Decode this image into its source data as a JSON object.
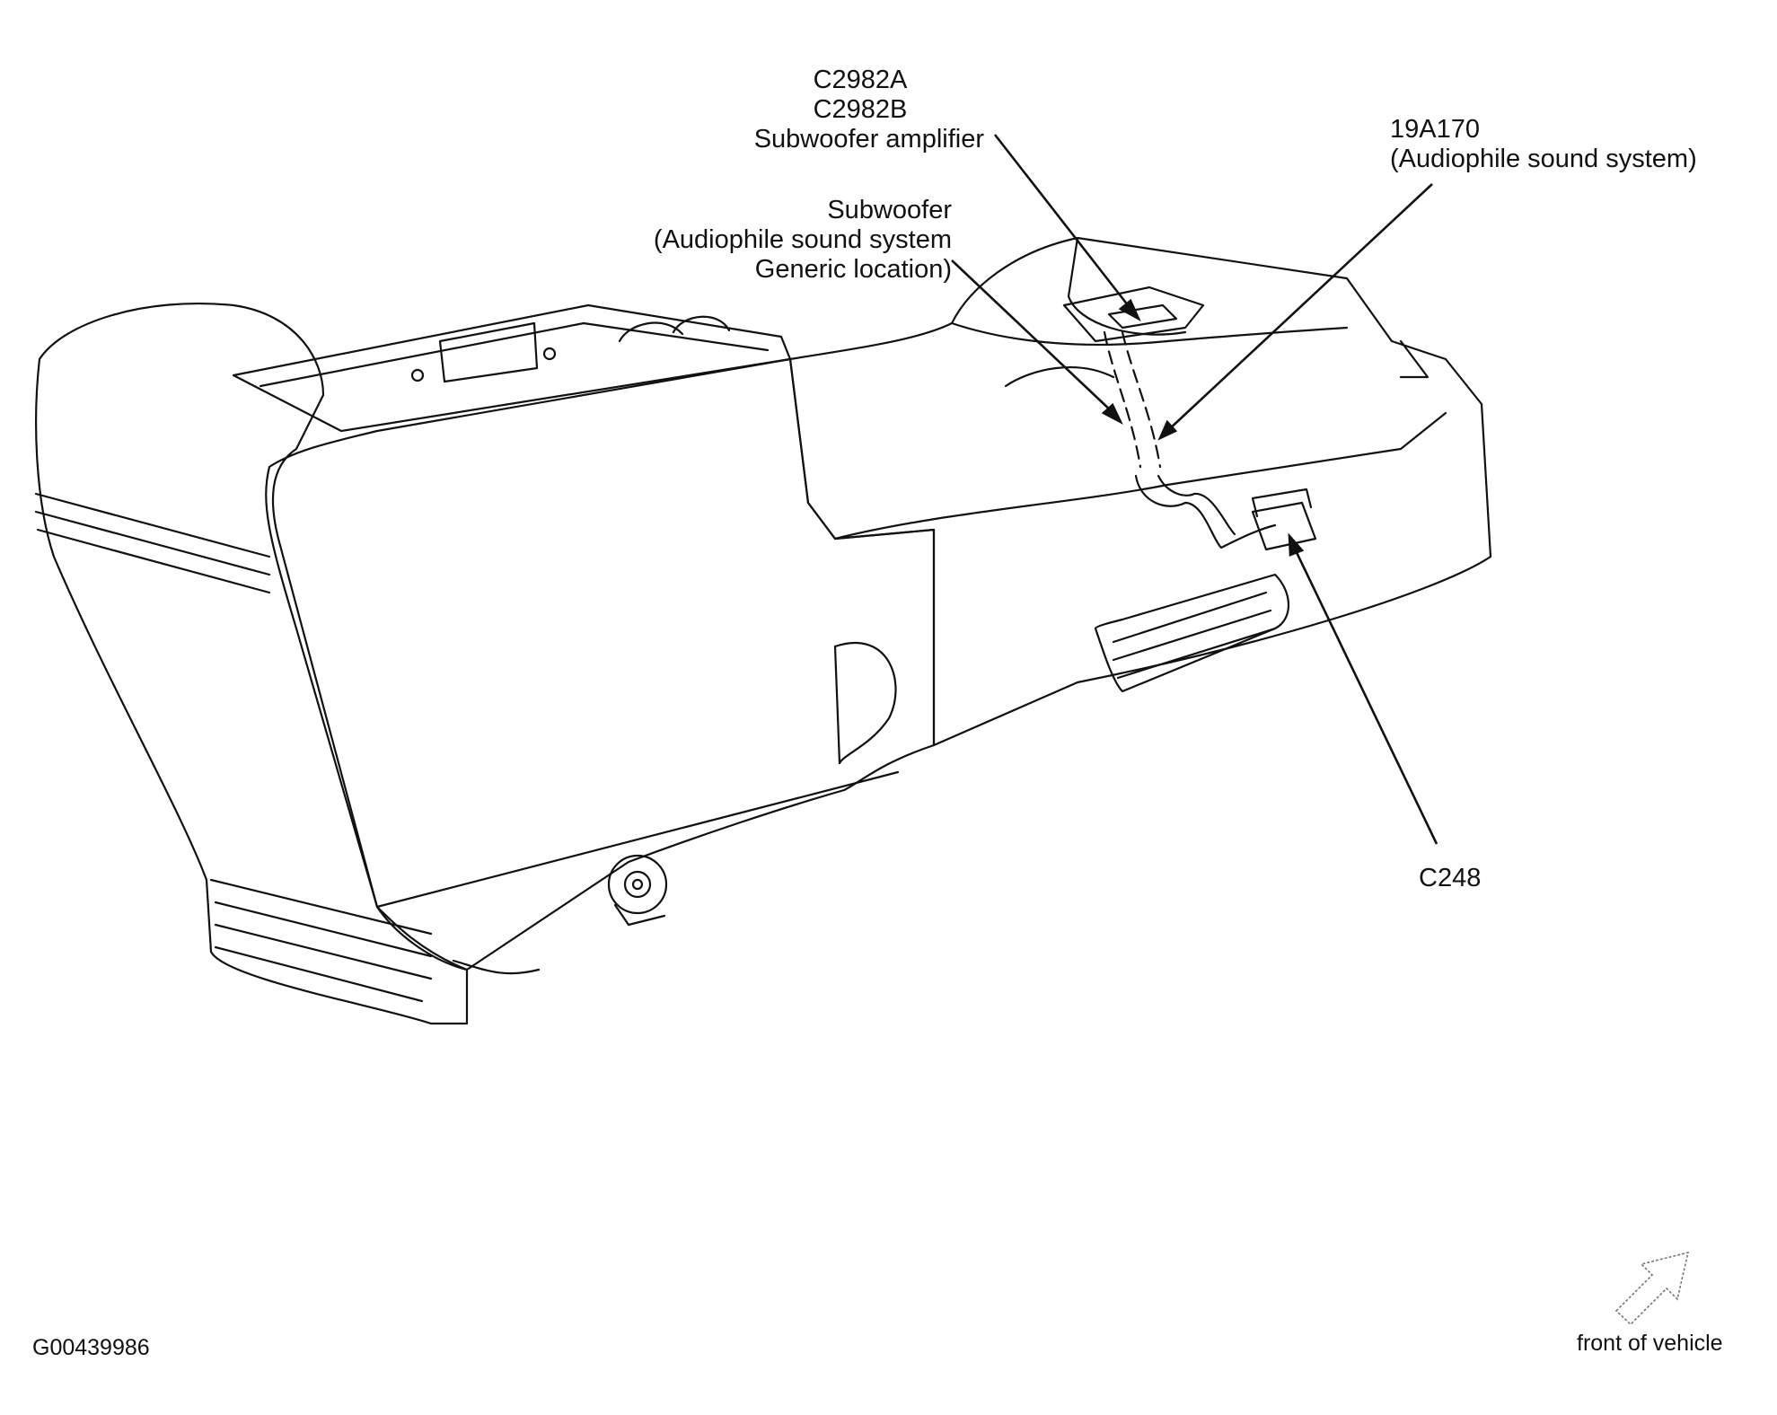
{
  "callouts": {
    "amplifier": [
      "C2982A",
      "C2982B",
      "Subwoofer amplifier"
    ],
    "subwoofer": [
      "Subwoofer",
      "(Audiophile sound system",
      "Generic location)"
    ],
    "harness": [
      "19A170",
      "(Audiophile sound system)"
    ],
    "connector": "C248"
  },
  "figure_id": "G00439986",
  "orientation_note": "front of vehicle",
  "icons": [
    "orientation-arrow-icon"
  ]
}
